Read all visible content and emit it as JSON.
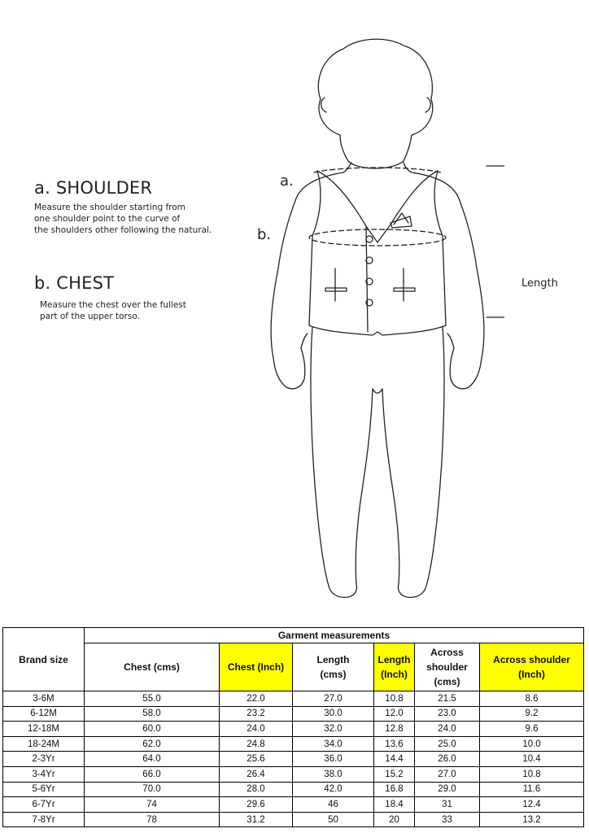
{
  "instructions": {
    "shoulder": {
      "letter": "a.",
      "title": "SHOULDER",
      "lines": [
        "Measure the shoulder starting from",
        "one shoulder point to the curve of",
        "the shoulders other following the natural."
      ]
    },
    "chest": {
      "letter": "b.",
      "title": "CHEST",
      "lines": [
        "Measure the chest over the fullest",
        "part of the upper torso."
      ]
    }
  },
  "figure": {
    "marker_a": "a.",
    "marker_b": "b.",
    "length_label": "Length",
    "outline_color": "#222222"
  },
  "table": {
    "group_header": "Garment measurements",
    "highlight_color": "#ffff00",
    "brand_header": "Brand size",
    "columns": [
      {
        "lines": [
          "Chest (cms)"
        ],
        "highlight": false
      },
      {
        "lines": [
          "Chest (Inch)"
        ],
        "highlight": true
      },
      {
        "lines": [
          "Length",
          "(cms)"
        ],
        "highlight": false
      },
      {
        "lines": [
          "Length",
          "(Inch)"
        ],
        "highlight": true
      },
      {
        "lines": [
          "Across",
          "shoulder",
          "(cms)"
        ],
        "highlight": false
      },
      {
        "lines": [
          "Across shoulder",
          "(Inch)"
        ],
        "highlight": true
      }
    ],
    "rows": [
      [
        "3-6M",
        "55.0",
        "22.0",
        "27.0",
        "10.8",
        "21.5",
        "8.6"
      ],
      [
        "6-12M",
        "58.0",
        "23.2",
        "30.0",
        "12.0",
        "23.0",
        "9.2"
      ],
      [
        "12-18M",
        "60.0",
        "24.0",
        "32.0",
        "12.8",
        "24.0",
        "9.6"
      ],
      [
        "18-24M",
        "62.0",
        "24.8",
        "34.0",
        "13.6",
        "25.0",
        "10.0"
      ],
      [
        "2-3Yr",
        "64.0",
        "25.6",
        "36.0",
        "14.4",
        "26.0",
        "10.4"
      ],
      [
        "3-4Yr",
        "66.0",
        "26.4",
        "38.0",
        "15.2",
        "27.0",
        "10.8"
      ],
      [
        "5-6Yr",
        "70.0",
        "28.0",
        "42.0",
        "16.8",
        "29.0",
        "11.6"
      ],
      [
        "6-7Yr",
        "74",
        "29.6",
        "46",
        "18.4",
        "31",
        "12.4"
      ],
      [
        "7-8Yr",
        "78",
        "31.2",
        "50",
        "20",
        "33",
        "13.2"
      ]
    ]
  }
}
